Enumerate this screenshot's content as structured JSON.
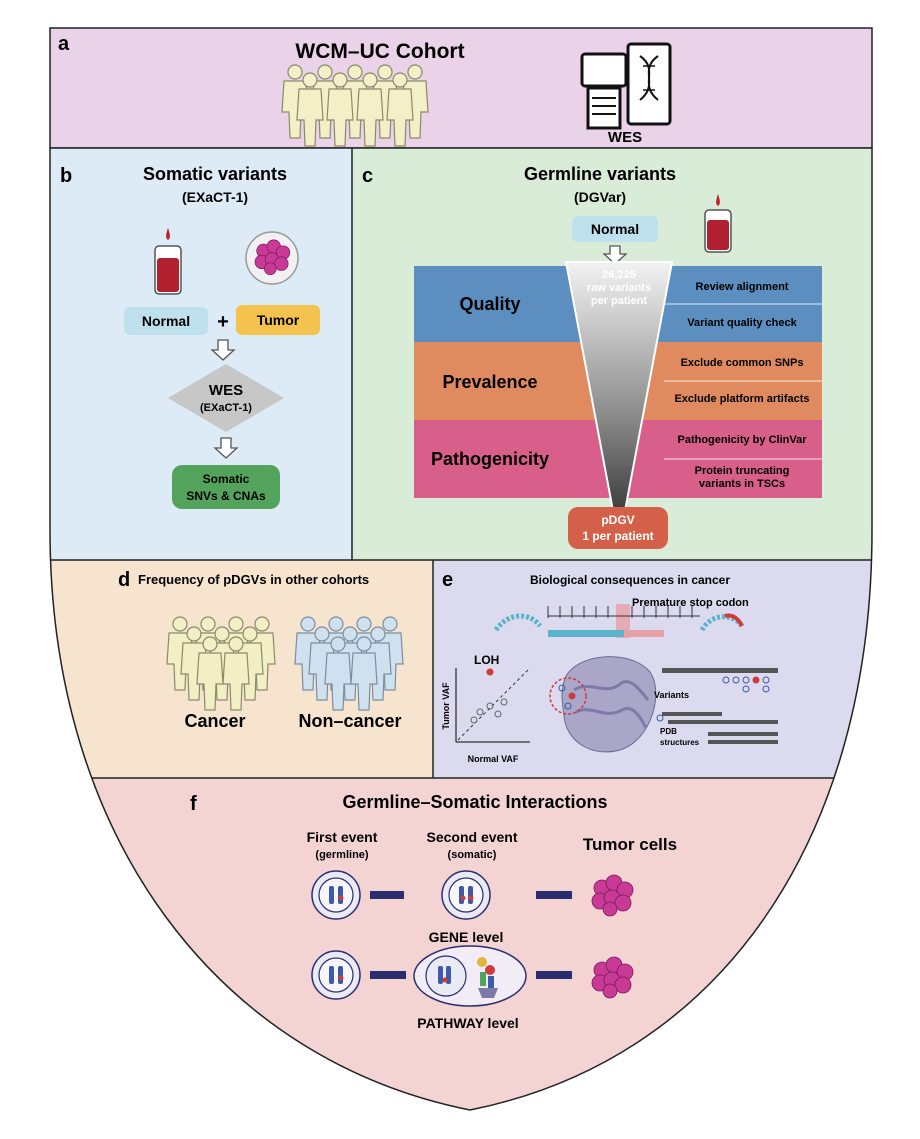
{
  "panel_a": {
    "letter": "a",
    "title": "WCM–UC Cohort",
    "wes_label": "WES",
    "colors": {
      "bg": "#ead3e8",
      "figure": "#f3efc6"
    }
  },
  "panel_b": {
    "letter": "b",
    "title": "Somatic variants",
    "subtitle": "(EXaCT-1)",
    "normal": "Normal",
    "plus": "+",
    "tumor": "Tumor",
    "wes": "WES",
    "wes_sub": "(EXaCT-1)",
    "result_line1": "Somatic",
    "result_line2": "SNVs & CNAs",
    "colors": {
      "bg": "#dcebf6",
      "normal": "#bfe1ee",
      "tumor": "#f3c34d",
      "diamond": "#c7c7c7",
      "result": "#54a35c"
    }
  },
  "panel_c": {
    "letter": "c",
    "title": "Germline variants",
    "subtitle": "(DGVar)",
    "normal": "Normal",
    "funnel_line1": "26,225",
    "funnel_line2": "raw variants",
    "funnel_line3": "per patient",
    "stages": [
      {
        "label": "Quality",
        "steps": [
          "Review alignment",
          "Variant quality check"
        ],
        "color": "#5c8fc0"
      },
      {
        "label": "Prevalence",
        "steps": [
          "Exclude common SNPs",
          "Exclude platform artifacts"
        ],
        "color": "#e08a5f"
      },
      {
        "label": "Pathogenicity",
        "steps": [
          "Pathogenicity by ClinVar",
          "Protein truncating\nvariants in TSCs"
        ],
        "color": "#d95f8b"
      }
    ],
    "result_line1": "pDGV",
    "result_line2": "1 per patient",
    "colors": {
      "bg": "#d8ecd8",
      "result": "#d5604a"
    }
  },
  "panel_d": {
    "letter": "d",
    "title": "Frequency of pDGVs in other cohorts",
    "group1": "Cancer",
    "group2": "Non–cancer",
    "colors": {
      "bg": "#f7e4cf",
      "cancer": "#f2efc4",
      "noncancer": "#cfe1ef"
    }
  },
  "panel_e": {
    "letter": "e",
    "title": "Biological consequences in cancer",
    "stop_codon": "Premature stop codon",
    "loh": "LOH",
    "tumor_vaf": "Tumor VAF",
    "normal_vaf": "Normal VAF",
    "variants": "Variants",
    "pdb_line1": "PDB",
    "pdb_line2": "structures",
    "colors": {
      "bg": "#dcdaee",
      "highlight": "#e8a0a8",
      "accent": "#d13a3a"
    }
  },
  "panel_f": {
    "letter": "f",
    "title": "Germline–Somatic Interactions",
    "first_event": "First event",
    "first_event_sub": "(germline)",
    "second_event": "Second event",
    "second_event_sub": "(somatic)",
    "tumor_cells": "Tumor cells",
    "gene_level": "GENE level",
    "pathway_level": "PATHWAY level",
    "colors": {
      "bg": "#f4d3d3",
      "cell": "#c83a96",
      "arrow": "#2a2e6e"
    }
  }
}
